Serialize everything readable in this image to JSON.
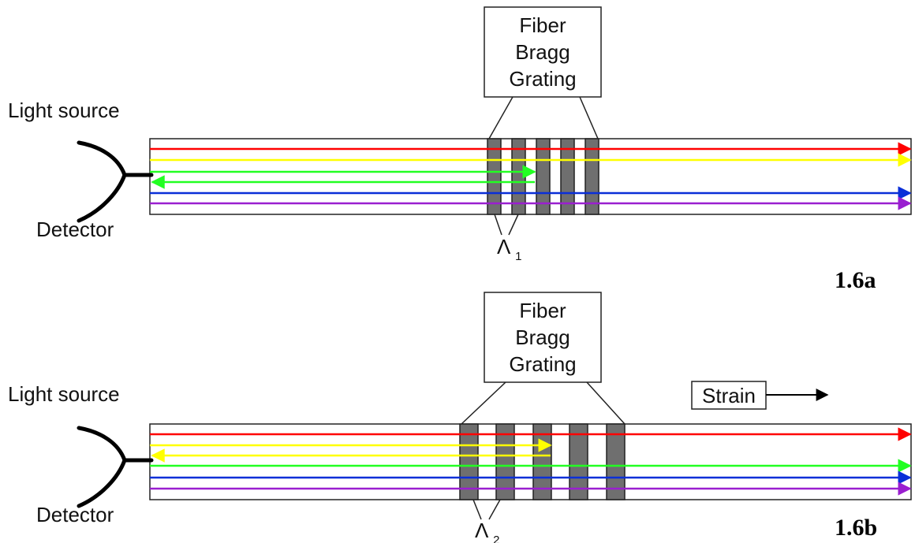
{
  "colors": {
    "red": "#ff0000",
    "yellow": "#ffff00",
    "green": "#22ff22",
    "blue": "#0a2fd8",
    "purple": "#9a1fd0",
    "grating": "#6f6f6f"
  },
  "panel_a": {
    "fbg_label": [
      "Fiber",
      "Bragg",
      "Grating"
    ],
    "light_source_label": "Light source",
    "detector_label": "Detector",
    "period_symbol": "Λ",
    "period_subscript": "1",
    "figure_label": "1.6a",
    "reflected_color": "green",
    "transmitted_colors": [
      "red",
      "yellow",
      "blue",
      "purple"
    ]
  },
  "panel_b": {
    "fbg_label": [
      "Fiber",
      "Bragg",
      "Grating"
    ],
    "light_source_label": "Light source",
    "detector_label": "Detector",
    "period_symbol": "Λ",
    "period_subscript": "2",
    "strain_label": "Strain",
    "figure_label": "1.6b",
    "reflected_color": "yellow",
    "transmitted_colors": [
      "red",
      "green",
      "blue",
      "purple"
    ]
  }
}
